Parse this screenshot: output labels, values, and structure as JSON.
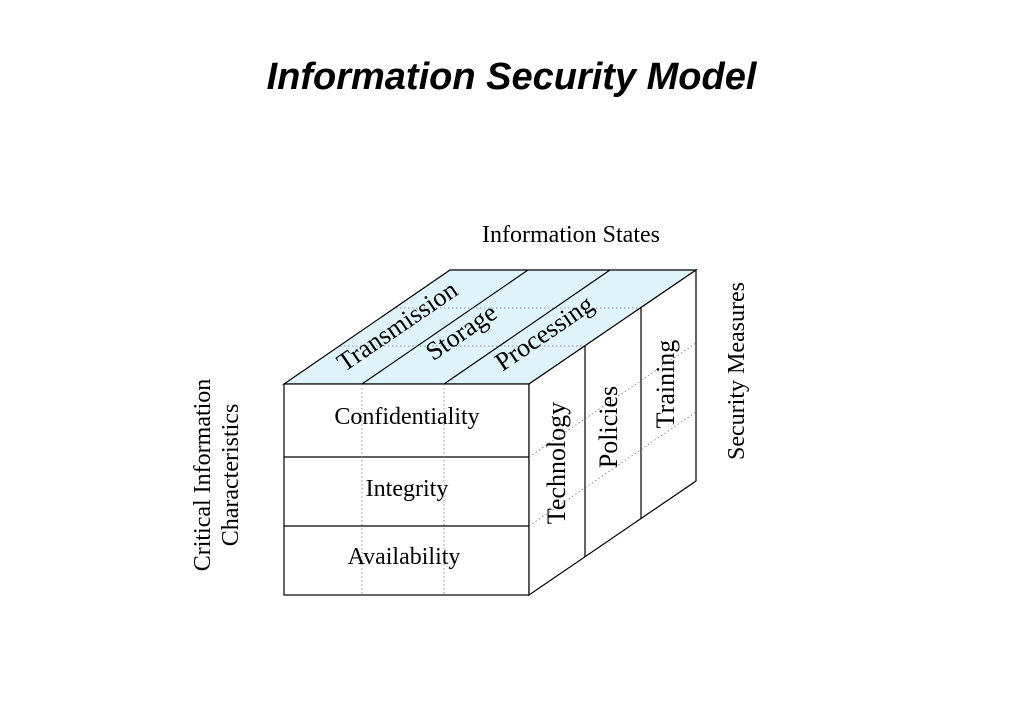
{
  "title": "Information Security Model",
  "colors": {
    "top_face": "#dff3fb",
    "line": "#000000",
    "dotted": "#777777",
    "text": "#000000"
  },
  "axes": {
    "information_states": {
      "label": "Information States",
      "items": [
        "Transmission",
        "Storage",
        "Processing"
      ]
    },
    "critical_information_characteristics": {
      "label_line1": "Critical Information",
      "label_line2": "Characteristics",
      "items": [
        "Confidentiality",
        "Integrity",
        "Availability"
      ]
    },
    "security_measures": {
      "label": "Security Measures",
      "items": [
        "Technology",
        "Policies",
        "Training"
      ]
    }
  }
}
